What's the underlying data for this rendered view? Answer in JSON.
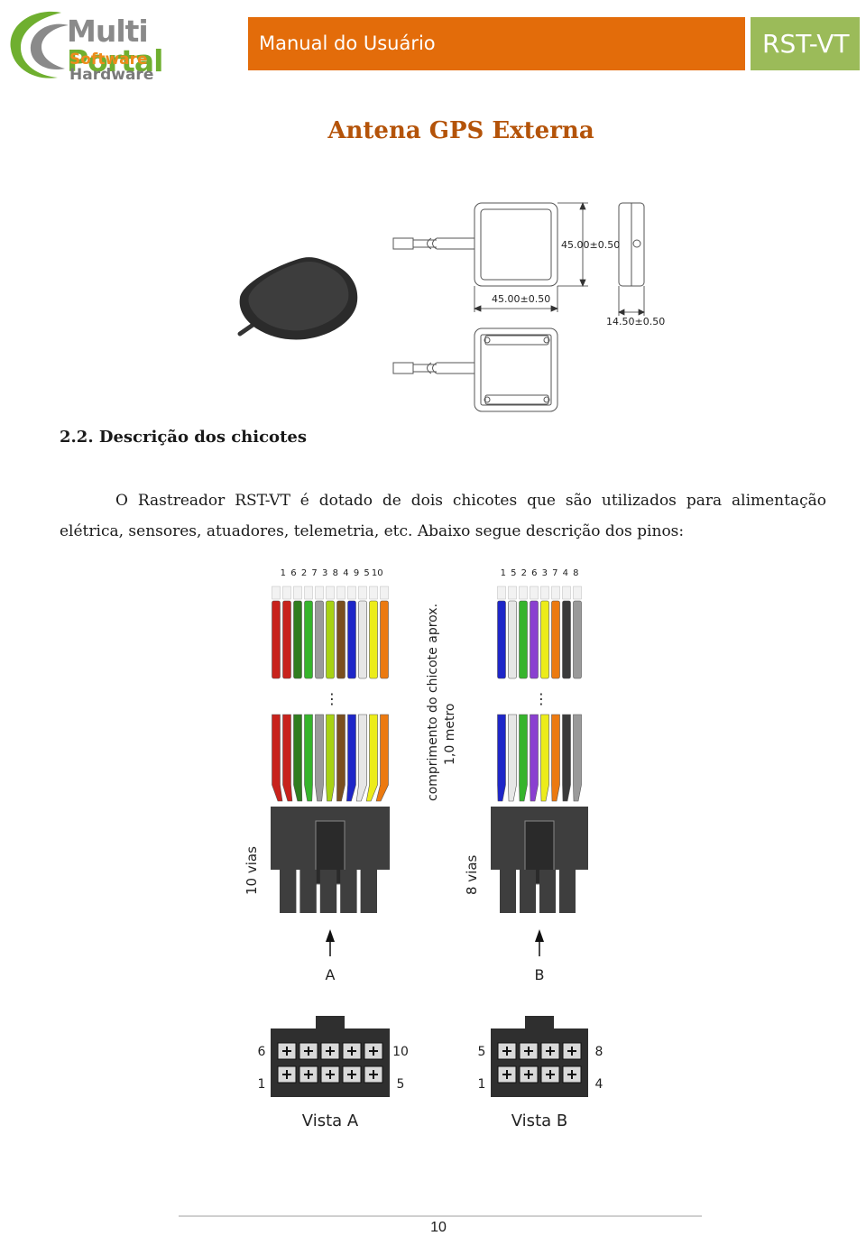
{
  "header": {
    "logo_word1": "Multi",
    "logo_word2": "Portal",
    "logo_sub1": "Software",
    "logo_sub2": "Hardware",
    "manual_label": "Manual do Usuário",
    "product": "RST-VT"
  },
  "title": "Antena GPS Externa",
  "antenna_drawing": {
    "dim_height": "45.00±0.50",
    "dim_width": "45.00±0.50",
    "dim_depth": "14.50±0.50"
  },
  "section": {
    "heading": "2.2. Descrição dos chicotes",
    "paragraph": "O Rastreador RST-VT é dotado de dois chicotes que são utilizados para alimentação elétrica, sensores, atuadores, telemetria, etc. Abaixo segue descrição dos pinos:"
  },
  "harness_a": {
    "pin_order": [
      "1",
      "6",
      "2",
      "7",
      "3",
      "8",
      "4",
      "9",
      "5",
      "10"
    ],
    "wire_colors": [
      "#c8221c",
      "#c8221c",
      "#2f7d1f",
      "#36b42c",
      "#9a9a9a",
      "#a8d214",
      "#7a4f1e",
      "#1e26c8",
      "#e6e6e6",
      "#ecec1a",
      "#ec7a10"
    ],
    "ways_label": "10 vias",
    "connector_letter": "A",
    "view_label": "Vista A",
    "corner_top_left": "6",
    "corner_top_right": "10",
    "corner_bottom_left": "1",
    "corner_bottom_right": "5"
  },
  "harness_b": {
    "pin_order": [
      "1",
      "5",
      "2",
      "6",
      "3",
      "7",
      "4",
      "8"
    ],
    "wire_colors": [
      "#1e26c8",
      "#e6e6e6",
      "#36b42c",
      "#8a3fd0",
      "#ecec1a",
      "#ec7a10",
      "#3a3a3a",
      "#9a9a9a"
    ],
    "ways_label": "8 vias",
    "connector_letter": "B",
    "view_label": "Vista B",
    "corner_top_left": "5",
    "corner_top_right": "8",
    "corner_bottom_left": "1",
    "corner_bottom_right": "4"
  },
  "cable_length_line1": "comprimento do chicote aprox.",
  "cable_length_line2": "1,0 metro",
  "page_number": "10"
}
